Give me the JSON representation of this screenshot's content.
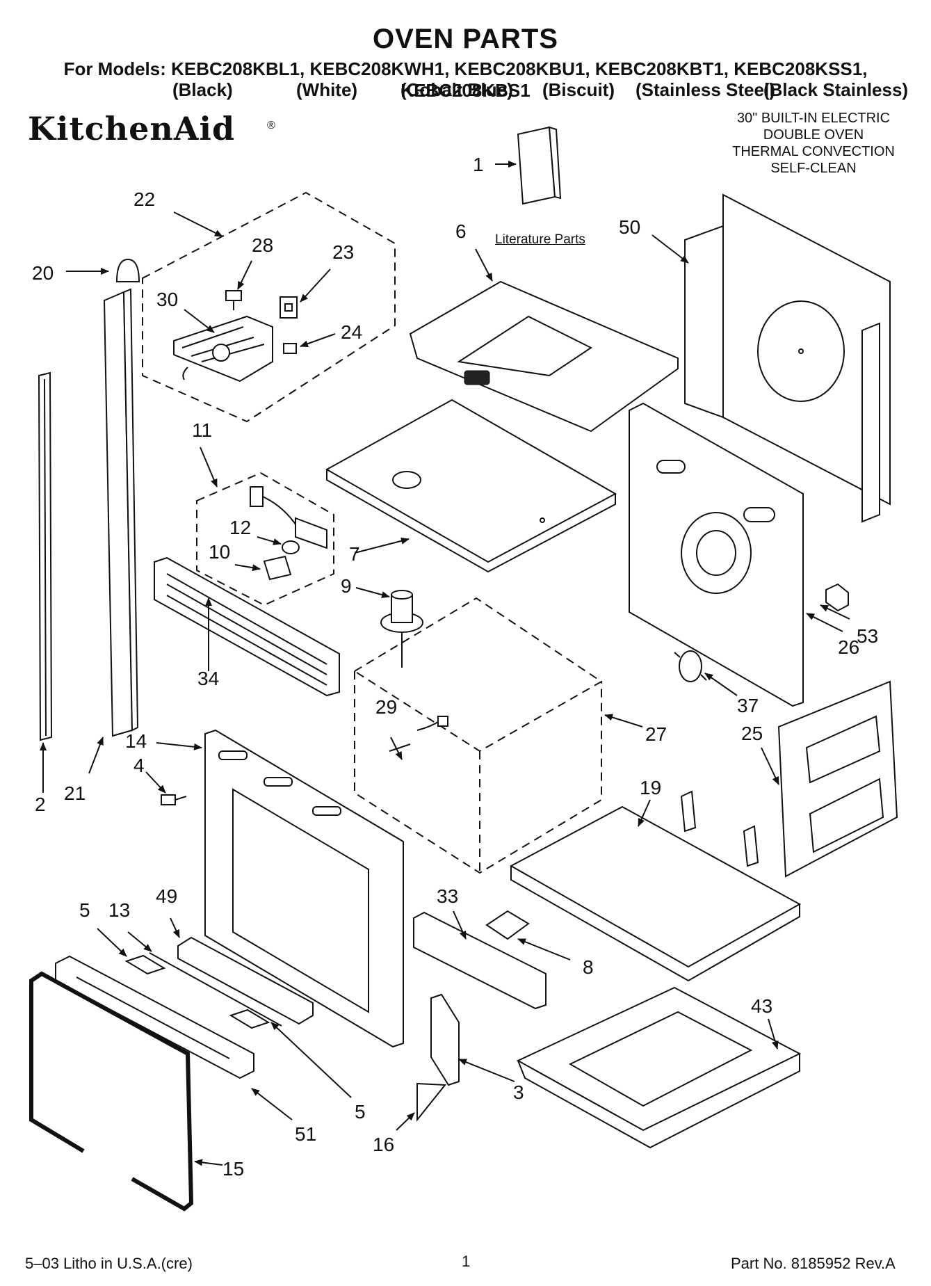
{
  "header": {
    "title": "OVEN PARTS",
    "models_line": "For Models: KEBC208KBL1, KEBC208KWH1, KEBC208KBU1, KEBC208KBT1, KEBC208KSS1, KEBC208KBS1",
    "colors": [
      "(Black)",
      "(White)",
      "(Cobalt Blue)",
      "(Biscuit)",
      "(Stainless Steel)",
      "(Black Stainless)"
    ]
  },
  "brand": {
    "name": "KitchenAid",
    "reg": "®"
  },
  "product": {
    "lines": [
      "30\" BUILT-IN ELECTRIC",
      "DOUBLE OVEN",
      "THERMAL CONVECTION",
      "SELF-CLEAN"
    ]
  },
  "literature_label": "Literature Parts",
  "callouts": [
    {
      "id": "c1",
      "label": "1"
    },
    {
      "id": "c2",
      "label": "2"
    },
    {
      "id": "c3",
      "label": "3"
    },
    {
      "id": "c4",
      "label": "4"
    },
    {
      "id": "c5a",
      "label": "5"
    },
    {
      "id": "c5b",
      "label": "5"
    },
    {
      "id": "c6",
      "label": "6"
    },
    {
      "id": "c7",
      "label": "7"
    },
    {
      "id": "c8",
      "label": "8"
    },
    {
      "id": "c9",
      "label": "9"
    },
    {
      "id": "c10",
      "label": "10"
    },
    {
      "id": "c11",
      "label": "11"
    },
    {
      "id": "c12",
      "label": "12"
    },
    {
      "id": "c13",
      "label": "13"
    },
    {
      "id": "c14",
      "label": "14"
    },
    {
      "id": "c15",
      "label": "15"
    },
    {
      "id": "c16",
      "label": "16"
    },
    {
      "id": "c19",
      "label": "19"
    },
    {
      "id": "c20",
      "label": "20"
    },
    {
      "id": "c21",
      "label": "21"
    },
    {
      "id": "c22",
      "label": "22"
    },
    {
      "id": "c23",
      "label": "23"
    },
    {
      "id": "c24",
      "label": "24"
    },
    {
      "id": "c25",
      "label": "25"
    },
    {
      "id": "c26",
      "label": "26"
    },
    {
      "id": "c27",
      "label": "27"
    },
    {
      "id": "c28",
      "label": "28"
    },
    {
      "id": "c29",
      "label": "29"
    },
    {
      "id": "c30",
      "label": "30"
    },
    {
      "id": "c33",
      "label": "33"
    },
    {
      "id": "c34",
      "label": "34"
    },
    {
      "id": "c37",
      "label": "37"
    },
    {
      "id": "c43",
      "label": "43"
    },
    {
      "id": "c49",
      "label": "49"
    },
    {
      "id": "c50",
      "label": "50"
    },
    {
      "id": "c51",
      "label": "51"
    },
    {
      "id": "c53",
      "label": "53"
    }
  ],
  "footer": {
    "left": "5–03 Litho in U.S.A.(cre)",
    "page": "1",
    "right": "Part No. 8185952 Rev.A"
  }
}
